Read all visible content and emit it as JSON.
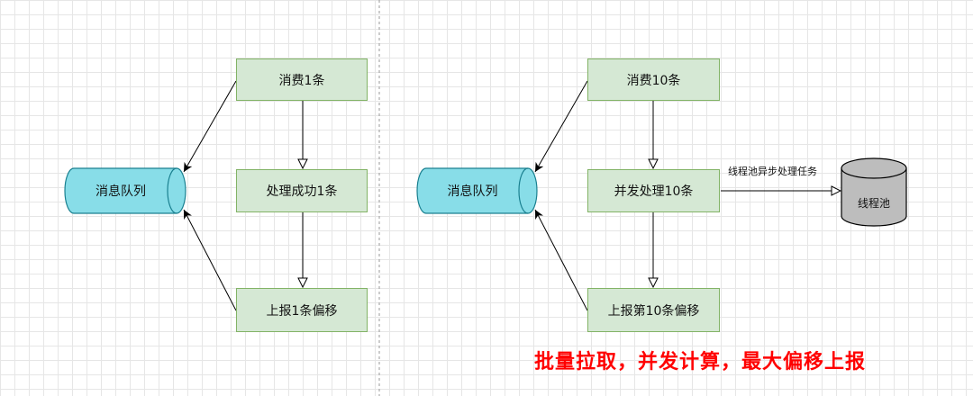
{
  "left": {
    "queue": "消息队列",
    "step1": "消费1条",
    "step2": "处理成功1条",
    "step3": "上报1条偏移"
  },
  "right": {
    "queue": "消息队列",
    "step1": "消费10条",
    "step2": "并发处理10条",
    "step3": "上报第10条偏移",
    "edge_label": "线程池异步处理任务",
    "pool": "线程池"
  },
  "caption": "批量拉取，并发计算，最大偏移上报",
  "colors": {
    "process_fill": "#d5e8d4",
    "process_stroke": "#82b366",
    "queue_fill": "#88dde8",
    "queue_stroke": "#1a8090",
    "pool_fill": "#bdbdbd",
    "caption": "#ff0000"
  }
}
